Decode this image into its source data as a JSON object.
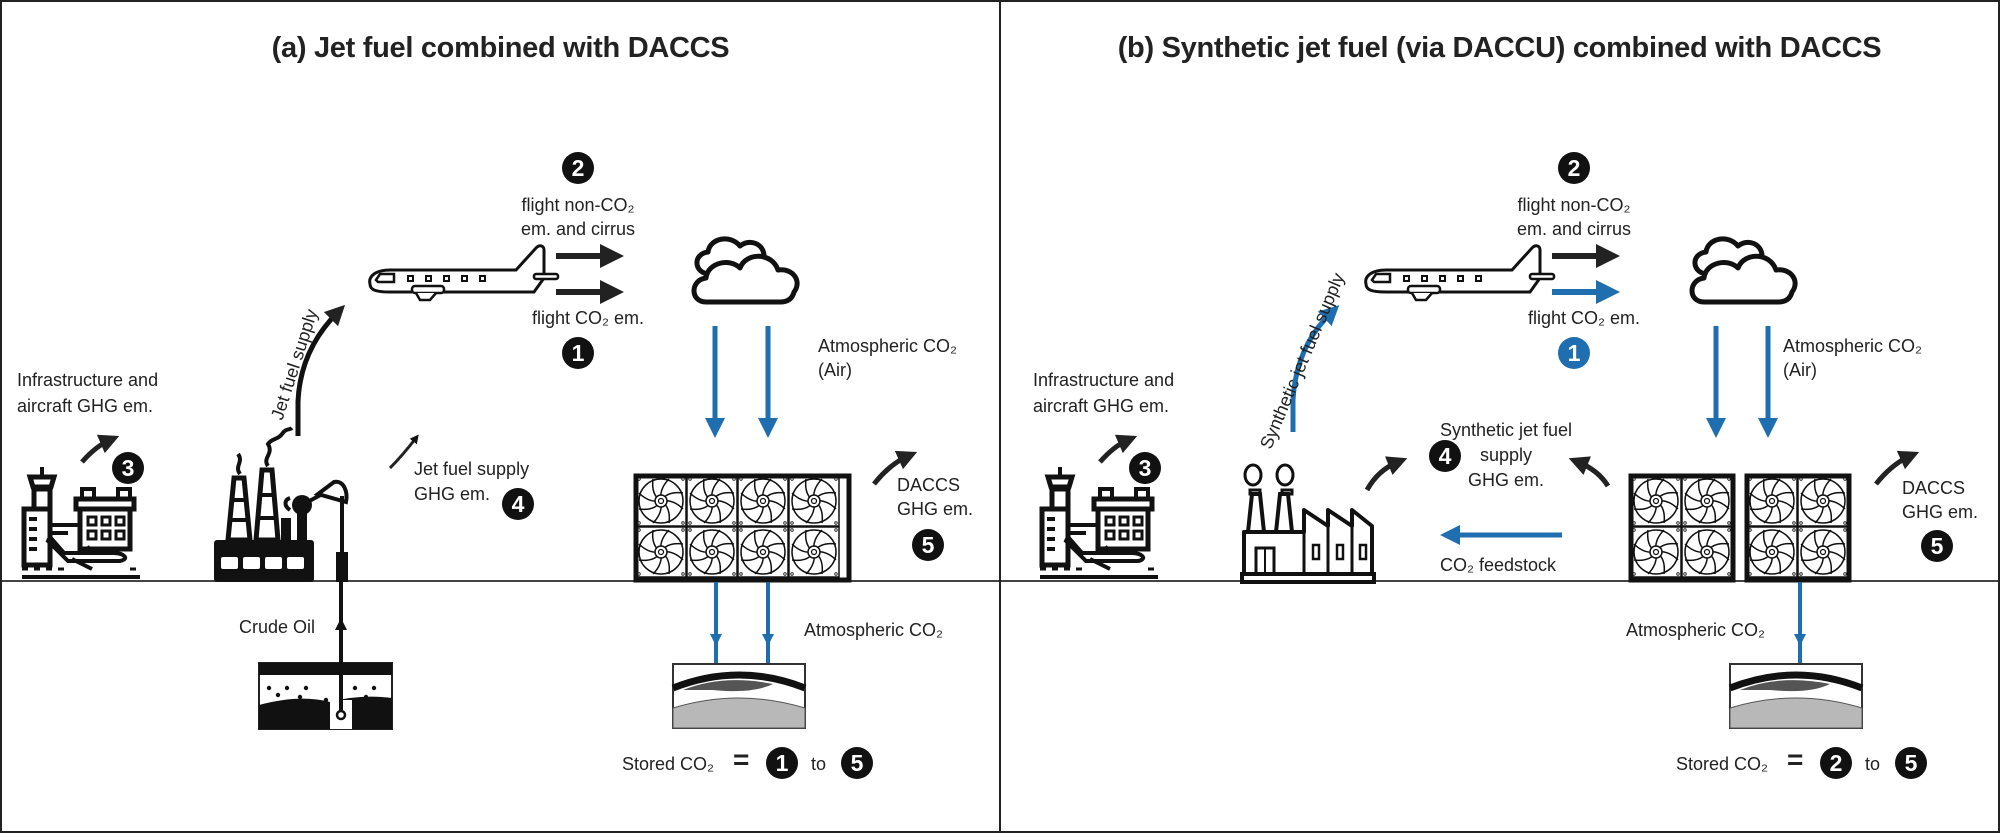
{
  "colors": {
    "accent_blue": "#1f6fb0",
    "ink": "#222222",
    "storage_dark": "#555555",
    "storage_light": "#b8b8b8"
  },
  "panel_a": {
    "title": "(a) Jet fuel combined with DACCS",
    "infrastructure_label_line1": "Infrastructure and",
    "infrastructure_label_line2": "aircraft GHG em.",
    "badge_3": "3",
    "jet_fuel_supply": "Jet fuel supply",
    "jet_fuel_supply_ghg_line1": "Jet fuel supply",
    "jet_fuel_supply_ghg_line2": "GHG em.",
    "badge_4": "4",
    "badge_2": "2",
    "flight_non_co2_line1": "flight non-CO₂",
    "flight_non_co2_line2": "em. and cirrus",
    "flight_co2": "flight CO₂ em.",
    "badge_1": "1",
    "atmospheric_co2_air_line1": "Atmospheric CO₂",
    "atmospheric_co2_air_line2": "(Air)",
    "daccs_ghg_line1": "DACCS",
    "daccs_ghg_line2": "GHG em.",
    "badge_5": "5",
    "crude_oil": "Crude Oil",
    "atmospheric_co2_underground": "Atmospheric CO₂",
    "stored_co2": "Stored CO₂",
    "equals": "=",
    "stored_from": "1",
    "to": "to",
    "stored_to": "5"
  },
  "panel_b": {
    "title": "(b) Synthetic jet fuel (via DACCU) combined with DACCS",
    "infrastructure_label_line1": "Infrastructure and",
    "infrastructure_label_line2": "aircraft GHG em.",
    "badge_3": "3",
    "synthetic_jet_fuel_supply": "Synthetic jet fuel supply",
    "synthetic_ghg_line1": "Synthetic jet fuel",
    "synthetic_ghg_line2": "supply",
    "synthetic_ghg_line3": "GHG em.",
    "badge_4": "4",
    "co2_feedstock": "CO₂ feedstock",
    "badge_2": "2",
    "flight_non_co2_line1": "flight non-CO₂",
    "flight_non_co2_line2": "em. and cirrus",
    "flight_co2": "flight CO₂ em.",
    "badge_1": "1",
    "atmospheric_co2_air_line1": "Atmospheric CO₂",
    "atmospheric_co2_air_line2": "(Air)",
    "daccs_ghg_line1": "DACCS",
    "daccs_ghg_line2": "GHG em.",
    "badge_5": "5",
    "atmospheric_co2_underground": "Atmospheric CO₂",
    "stored_co2": "Stored CO₂",
    "equals": "=",
    "stored_from": "2",
    "to": "to",
    "stored_to": "5"
  }
}
